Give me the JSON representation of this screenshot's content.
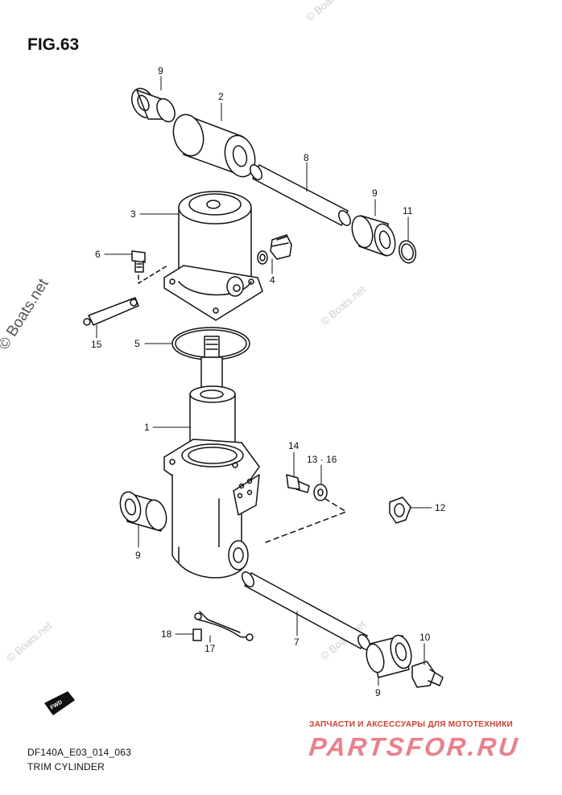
{
  "figure": {
    "title": "FIG.63",
    "code": "DF140A_E03_014_063",
    "caption": "TRIM CYLINDER"
  },
  "fwd_badge": "FWD",
  "watermarks": {
    "main": "© Boats.net",
    "small": "© Boats.net"
  },
  "promo": {
    "tagline": "ЗАПЧАСТИ И АКСЕССУАРЫ ДЛЯ МОТОТЕХНИКИ",
    "brand": "PARTSFOR.RU"
  },
  "callouts": {
    "c9a": "9",
    "c2": "2",
    "c8": "8",
    "c9b": "9",
    "c11": "11",
    "c3": "3",
    "c6": "6",
    "c4": "4",
    "c15": "15",
    "c5": "5",
    "c1": "1",
    "c14": "14",
    "c13": "13 · 16",
    "c12": "12",
    "c9c": "9",
    "c18": "18",
    "c17": "17",
    "c7": "7",
    "c10": "10",
    "c9d": "9"
  },
  "colors": {
    "line": "#111111",
    "background": "#ffffff",
    "watermark": "#cfcfcf",
    "promo_red": "#e03a2a",
    "brand_pink": "#ee7f8a"
  }
}
